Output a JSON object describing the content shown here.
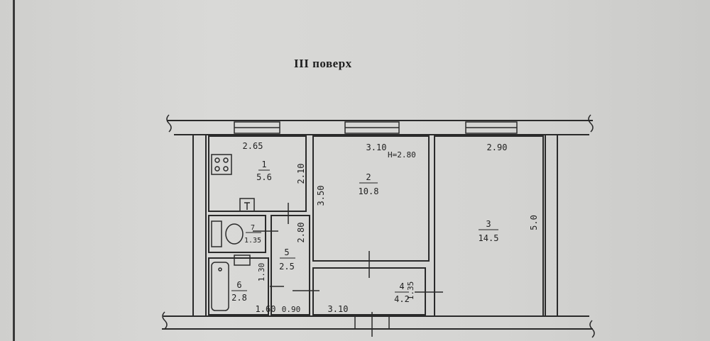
{
  "page": {
    "floor_label": "III поверх"
  },
  "rooms": [
    {
      "number": "1",
      "area": "5.6"
    },
    {
      "number": "2",
      "area": "10.8"
    },
    {
      "number": "3",
      "area": "14.5"
    },
    {
      "number": "4",
      "area": "4.2"
    },
    {
      "number": "5",
      "area": "2.5"
    },
    {
      "number": "6",
      "area": "2.8"
    },
    {
      "number": "7",
      "area": "1.35"
    }
  ],
  "dimensions": {
    "kitchen_width": "2.65",
    "kitchen_depth": "2.10",
    "room2_width": "3.10",
    "room2_depth": "3.50",
    "ceiling_height": "H=2.80",
    "room3_width": "2.90",
    "room3_depth": "5.0",
    "corridor_depth": "2.80",
    "bath_depth": "1.30",
    "bath_width": "1.60",
    "passage_width": "0.90",
    "hall_width": "3.10",
    "hall_depth": "1.35"
  }
}
